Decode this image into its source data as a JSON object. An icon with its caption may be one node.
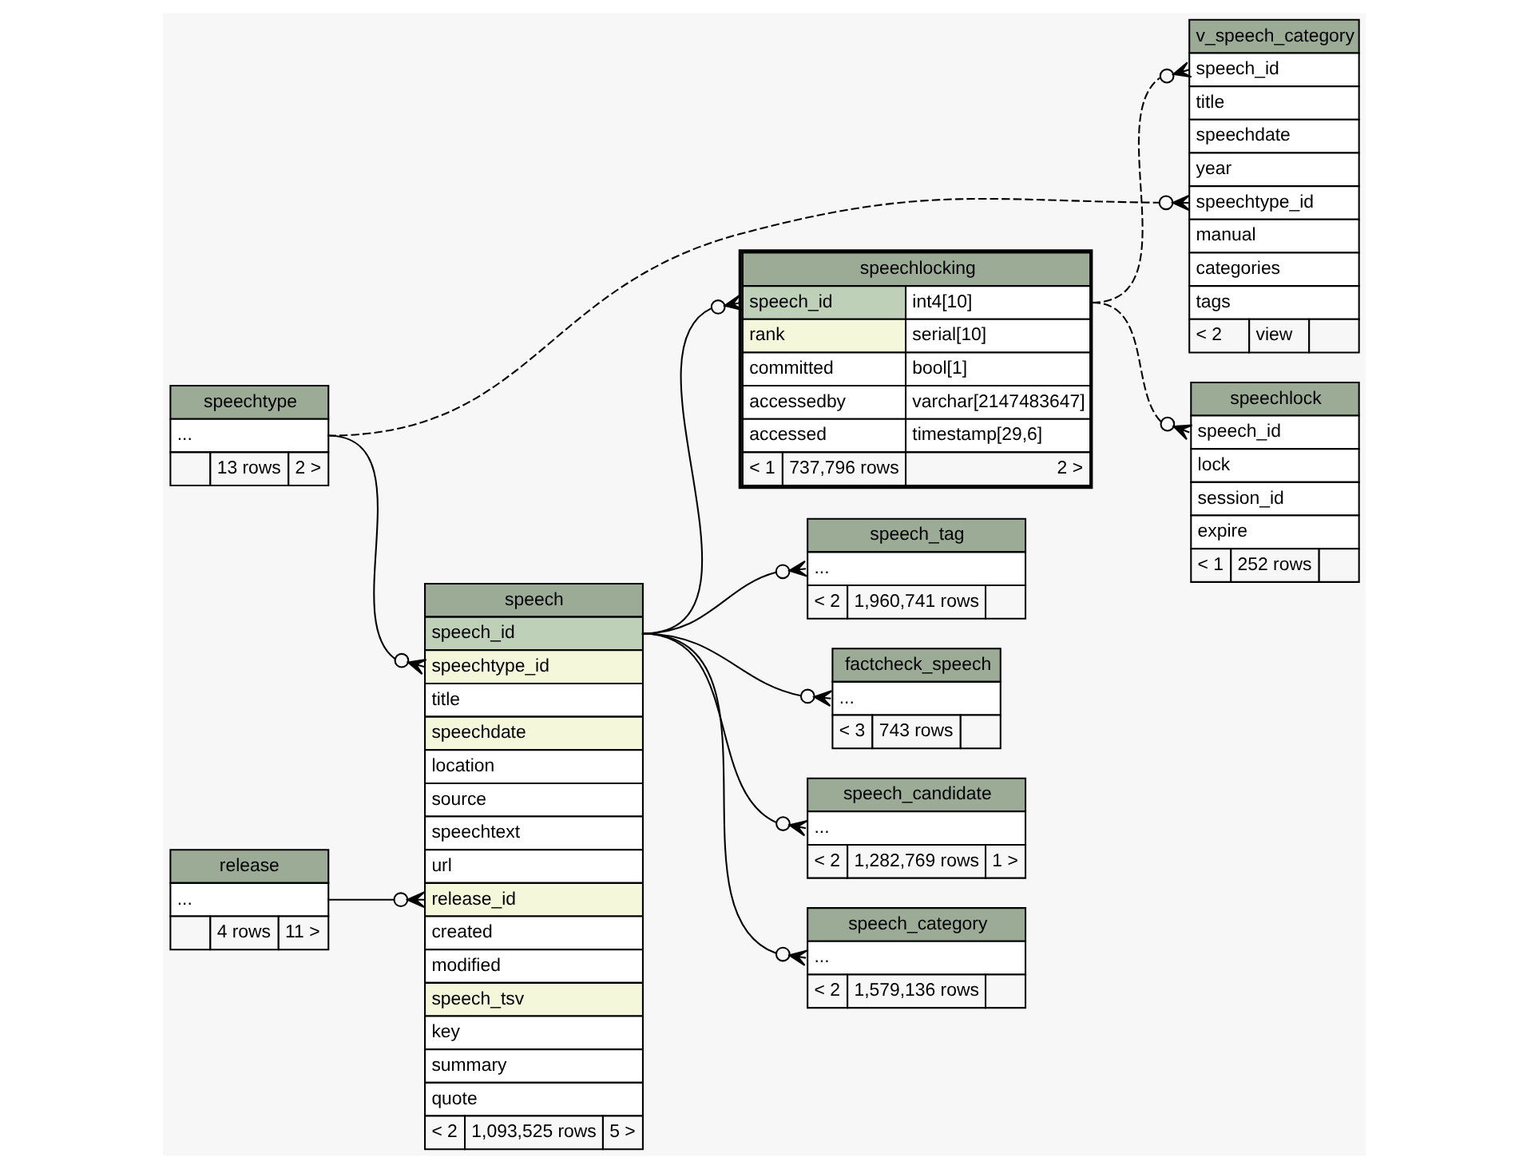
{
  "diagram": {
    "nodes": [
      {
        "text": [
          "v_speech_category",
          "speech_id",
          "title",
          "speechdate",
          "year",
          "speechtype_id",
          "manual",
          "categories",
          "tags",
          "< 2",
          "view"
        ]
      },
      {
        "text": [
          "speech_category",
          "...",
          "< 2",
          "1,579,136 rows"
        ]
      },
      {
        "text": [
          "speechtype",
          "...",
          "13 rows",
          "2 >"
        ]
      },
      {
        "text": [
          "speech_tag",
          "...",
          "< 2",
          "1,960,741 rows"
        ]
      },
      {
        "text": [
          "speech",
          "speech_id",
          "speechtype_id",
          "title",
          "speechdate",
          "location",
          "source",
          "speechtext",
          "url",
          "release_id",
          "created",
          "modified",
          "speech_tsv",
          "key",
          "summary",
          "quote",
          "< 2",
          "1,093,525 rows",
          "5 >"
        ]
      },
      {
        "text": [
          "speechlocking",
          "speech_id",
          "int4[10]",
          "rank",
          "serial[10]",
          "committed",
          "bool[1]",
          "accessedby",
          "varchar[2147483647]",
          "accessed",
          "timestamp[29,6]",
          "< 1",
          "737,796 rows",
          "2 >"
        ]
      },
      {
        "text": [
          "speechlock",
          "speech_id",
          "lock",
          "session_id",
          "expire",
          "< 1",
          "252 rows"
        ]
      },
      {
        "text": [
          "release",
          "...",
          "4 rows",
          "11 >"
        ]
      },
      {
        "text": [
          "factcheck_speech",
          "...",
          "< 3",
          "743 rows"
        ]
      },
      {
        "text": [
          "speech_candidate",
          "...",
          "< 2",
          "1,282,769 rows",
          "1 >"
        ]
      }
    ],
    "edges": [
      {
        "from": 2,
        "to": 4,
        "arrow": "other"
      },
      {
        "from": 2,
        "to": 0,
        "arrow": "other",
        "style": "dashed"
      },
      {
        "from": 4,
        "to": 1,
        "arrow": "other"
      },
      {
        "from": 4,
        "to": 3,
        "arrow": "other"
      },
      {
        "from": 4,
        "to": 5,
        "arrow": "other"
      },
      {
        "from": 4,
        "to": 8,
        "arrow": "other"
      },
      {
        "from": 4,
        "to": 9,
        "arrow": "other"
      },
      {
        "from": 7,
        "to": 4,
        "arrow": "other"
      },
      {
        "from": 5,
        "to": 0,
        "arrow": "other",
        "style": "dashed"
      },
      {
        "from": 5,
        "to": 6,
        "arrow": "other",
        "style": "dashed"
      }
    ]
  }
}
